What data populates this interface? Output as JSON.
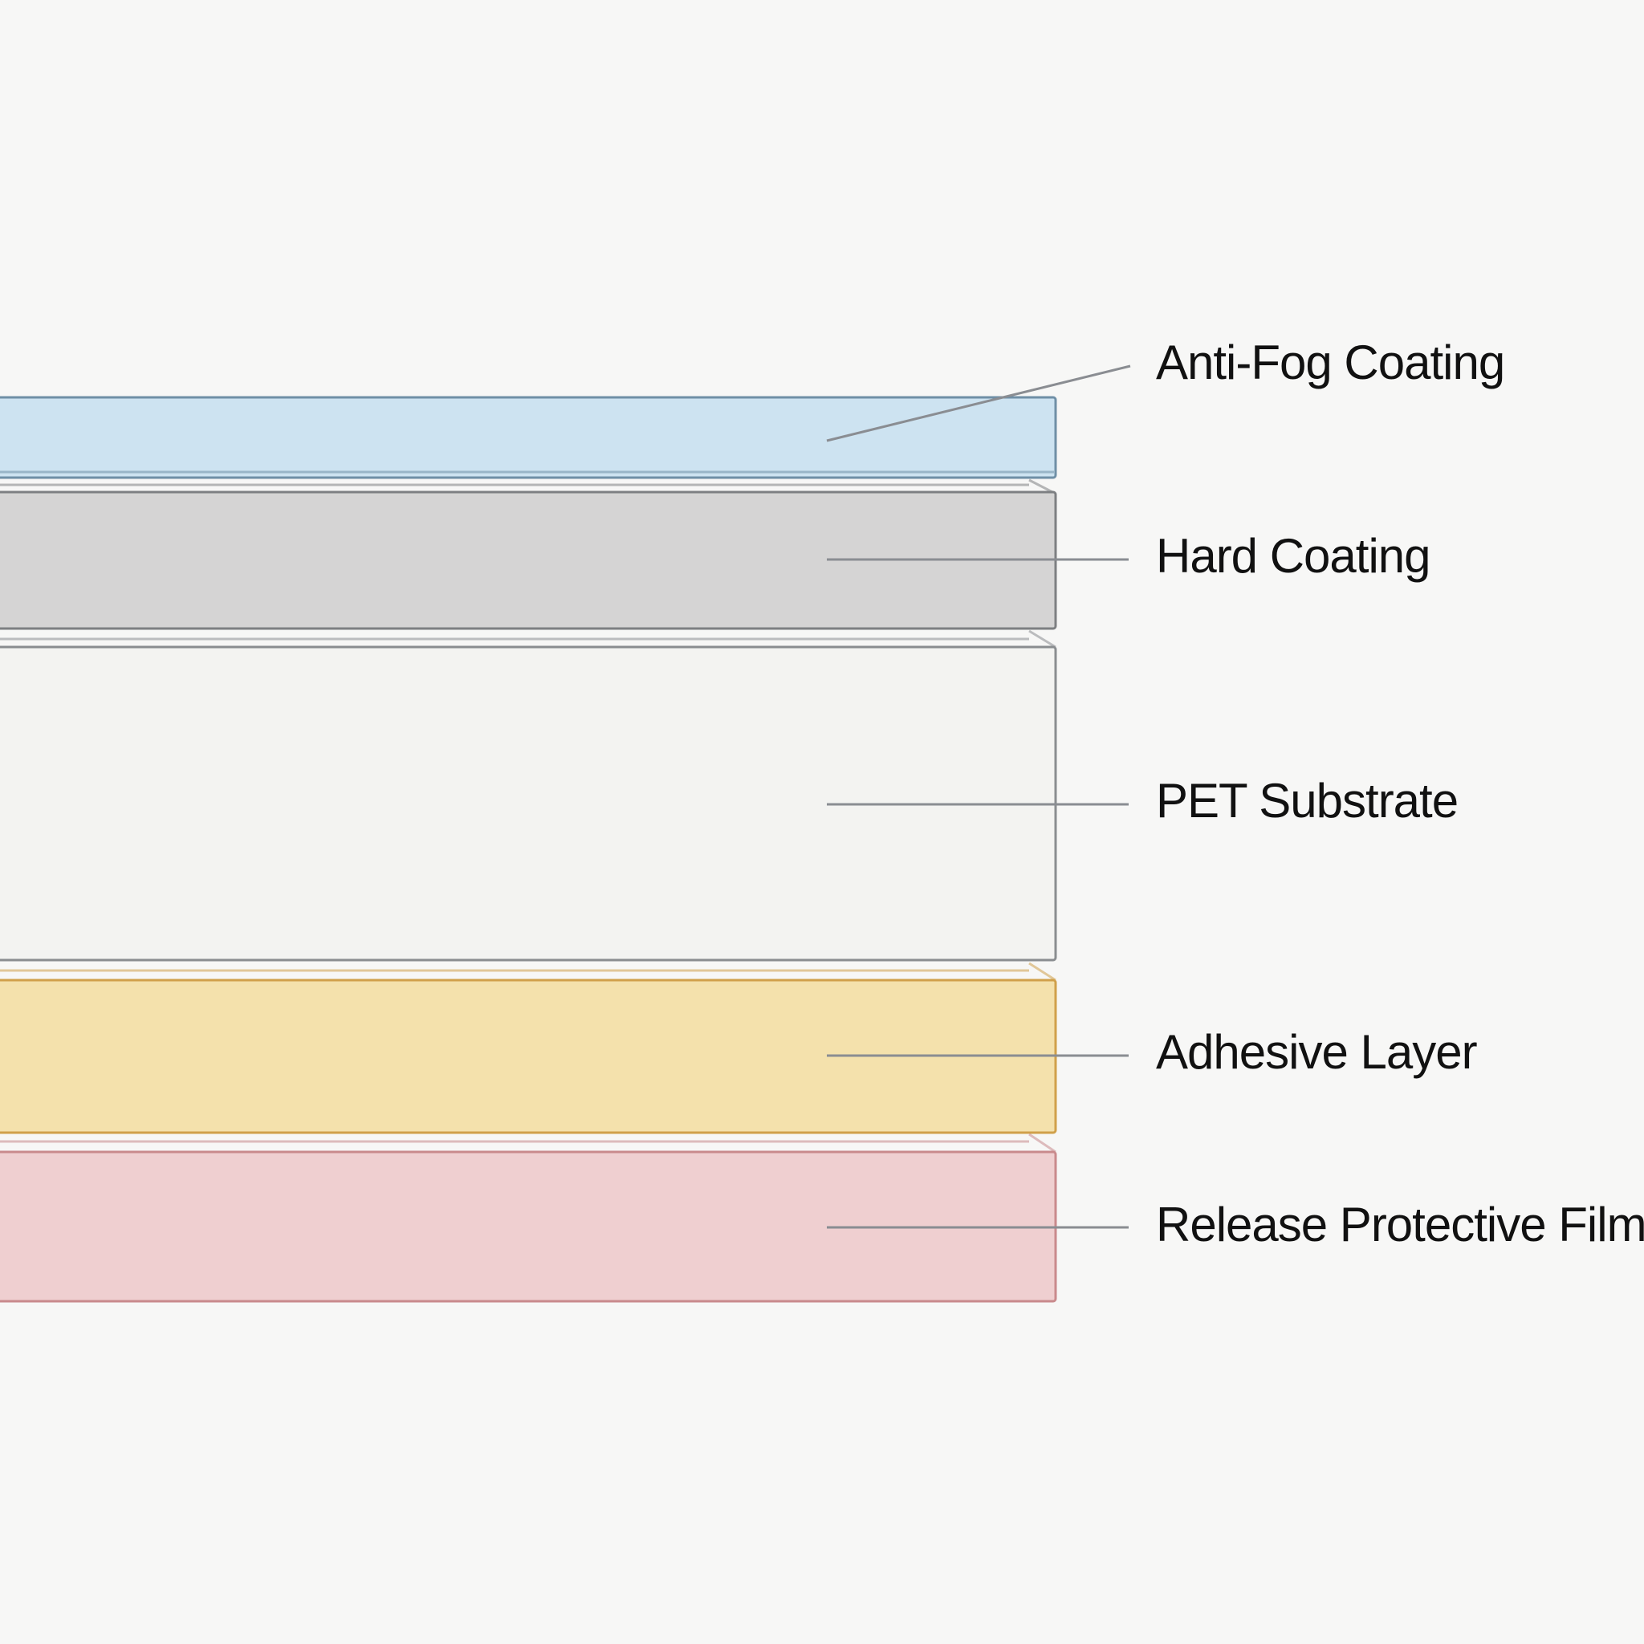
{
  "diagram": {
    "layers": [
      {
        "id": "anti-fog",
        "label": "Anti-Fog Coating",
        "fill": "#cde3f1",
        "stroke": "#6f8fa6"
      },
      {
        "id": "hard-coating",
        "label": "Hard Coating",
        "fill": "#d5d4d4",
        "stroke": "#7d7f82"
      },
      {
        "id": "pet",
        "label": "PET Substrate",
        "fill": "#f3f3f1",
        "stroke": "#8a8d90"
      },
      {
        "id": "adhesive",
        "label": "Adhesive Layer",
        "fill": "#f4e1ac",
        "stroke": "#d0a04a"
      },
      {
        "id": "release-film",
        "label": "Release Protective Film",
        "fill": "#efcfd0",
        "stroke": "#c98a8c"
      }
    ],
    "leader_color": "#8a8d92"
  }
}
